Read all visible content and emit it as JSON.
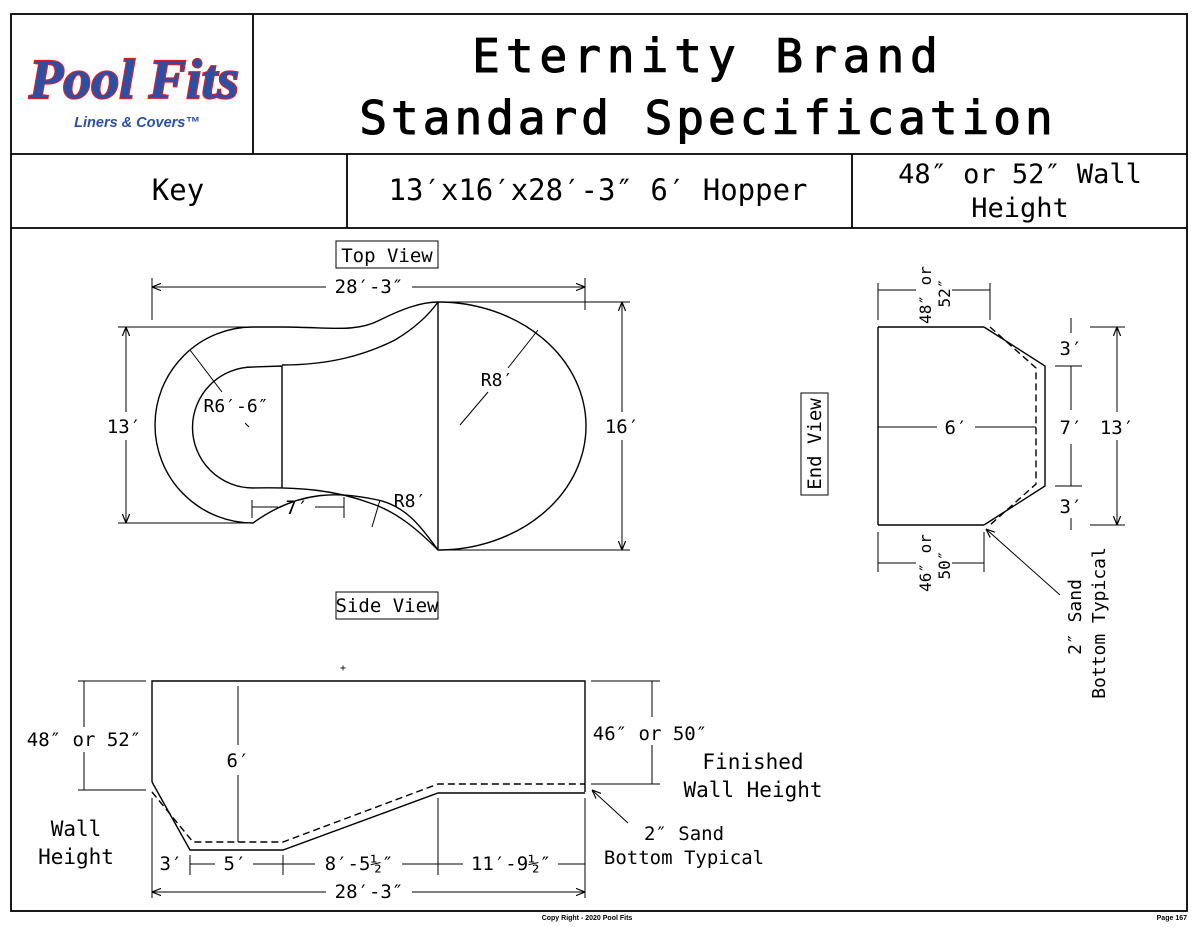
{
  "logo": {
    "brand_text": "Pool Fits",
    "tagline": "Liners & Covers™",
    "brand_color": "#2c4fa3",
    "outline_color": "#d9202a"
  },
  "header": {
    "title_line1": "Eternity Brand",
    "title_line2": "Standard Specification"
  },
  "info_bar": {
    "shape": "Key",
    "dimensions": "13′x16′x28′-3″ 6′ Hopper",
    "wall_height_line1": "48″ or 52″ Wall",
    "wall_height_line2": "Height"
  },
  "top_view": {
    "label": "Top View",
    "overall_length": "28′-3″",
    "left_width": "13′",
    "right_width": "16′",
    "key_radius": "R6′-6″",
    "hopper_radius": "R8′",
    "transition_radius": "R8′",
    "step_length": "7′"
  },
  "end_view": {
    "label": "End View",
    "top_wall": [
      "48″ or",
      "52″"
    ],
    "bottom_wall": [
      "46″ or",
      "50″"
    ],
    "depth": "6′",
    "seg_top": "3′",
    "seg_mid": "7′",
    "seg_bottom": "3′",
    "overall": "13′",
    "sand_note": [
      "2″ Sand",
      "Bottom Typical"
    ]
  },
  "side_view": {
    "label": "Side View",
    "left_wall": "48″ or 52″",
    "left_wall_caption": [
      "Wall",
      "Height"
    ],
    "right_wall": "46″ or 50″",
    "right_wall_caption": [
      "Finished",
      "Wall Height"
    ],
    "depth": "6′",
    "seg1": "3′",
    "seg2": "5′",
    "seg3": "8′-5½″",
    "seg4": "11′-9½″",
    "overall": "28′-3″",
    "sand_note": [
      "2″ Sand",
      "Bottom Typical"
    ]
  },
  "footer": {
    "copyright": "Copy Right - 2020 Pool Fits",
    "page": "Page 167"
  }
}
